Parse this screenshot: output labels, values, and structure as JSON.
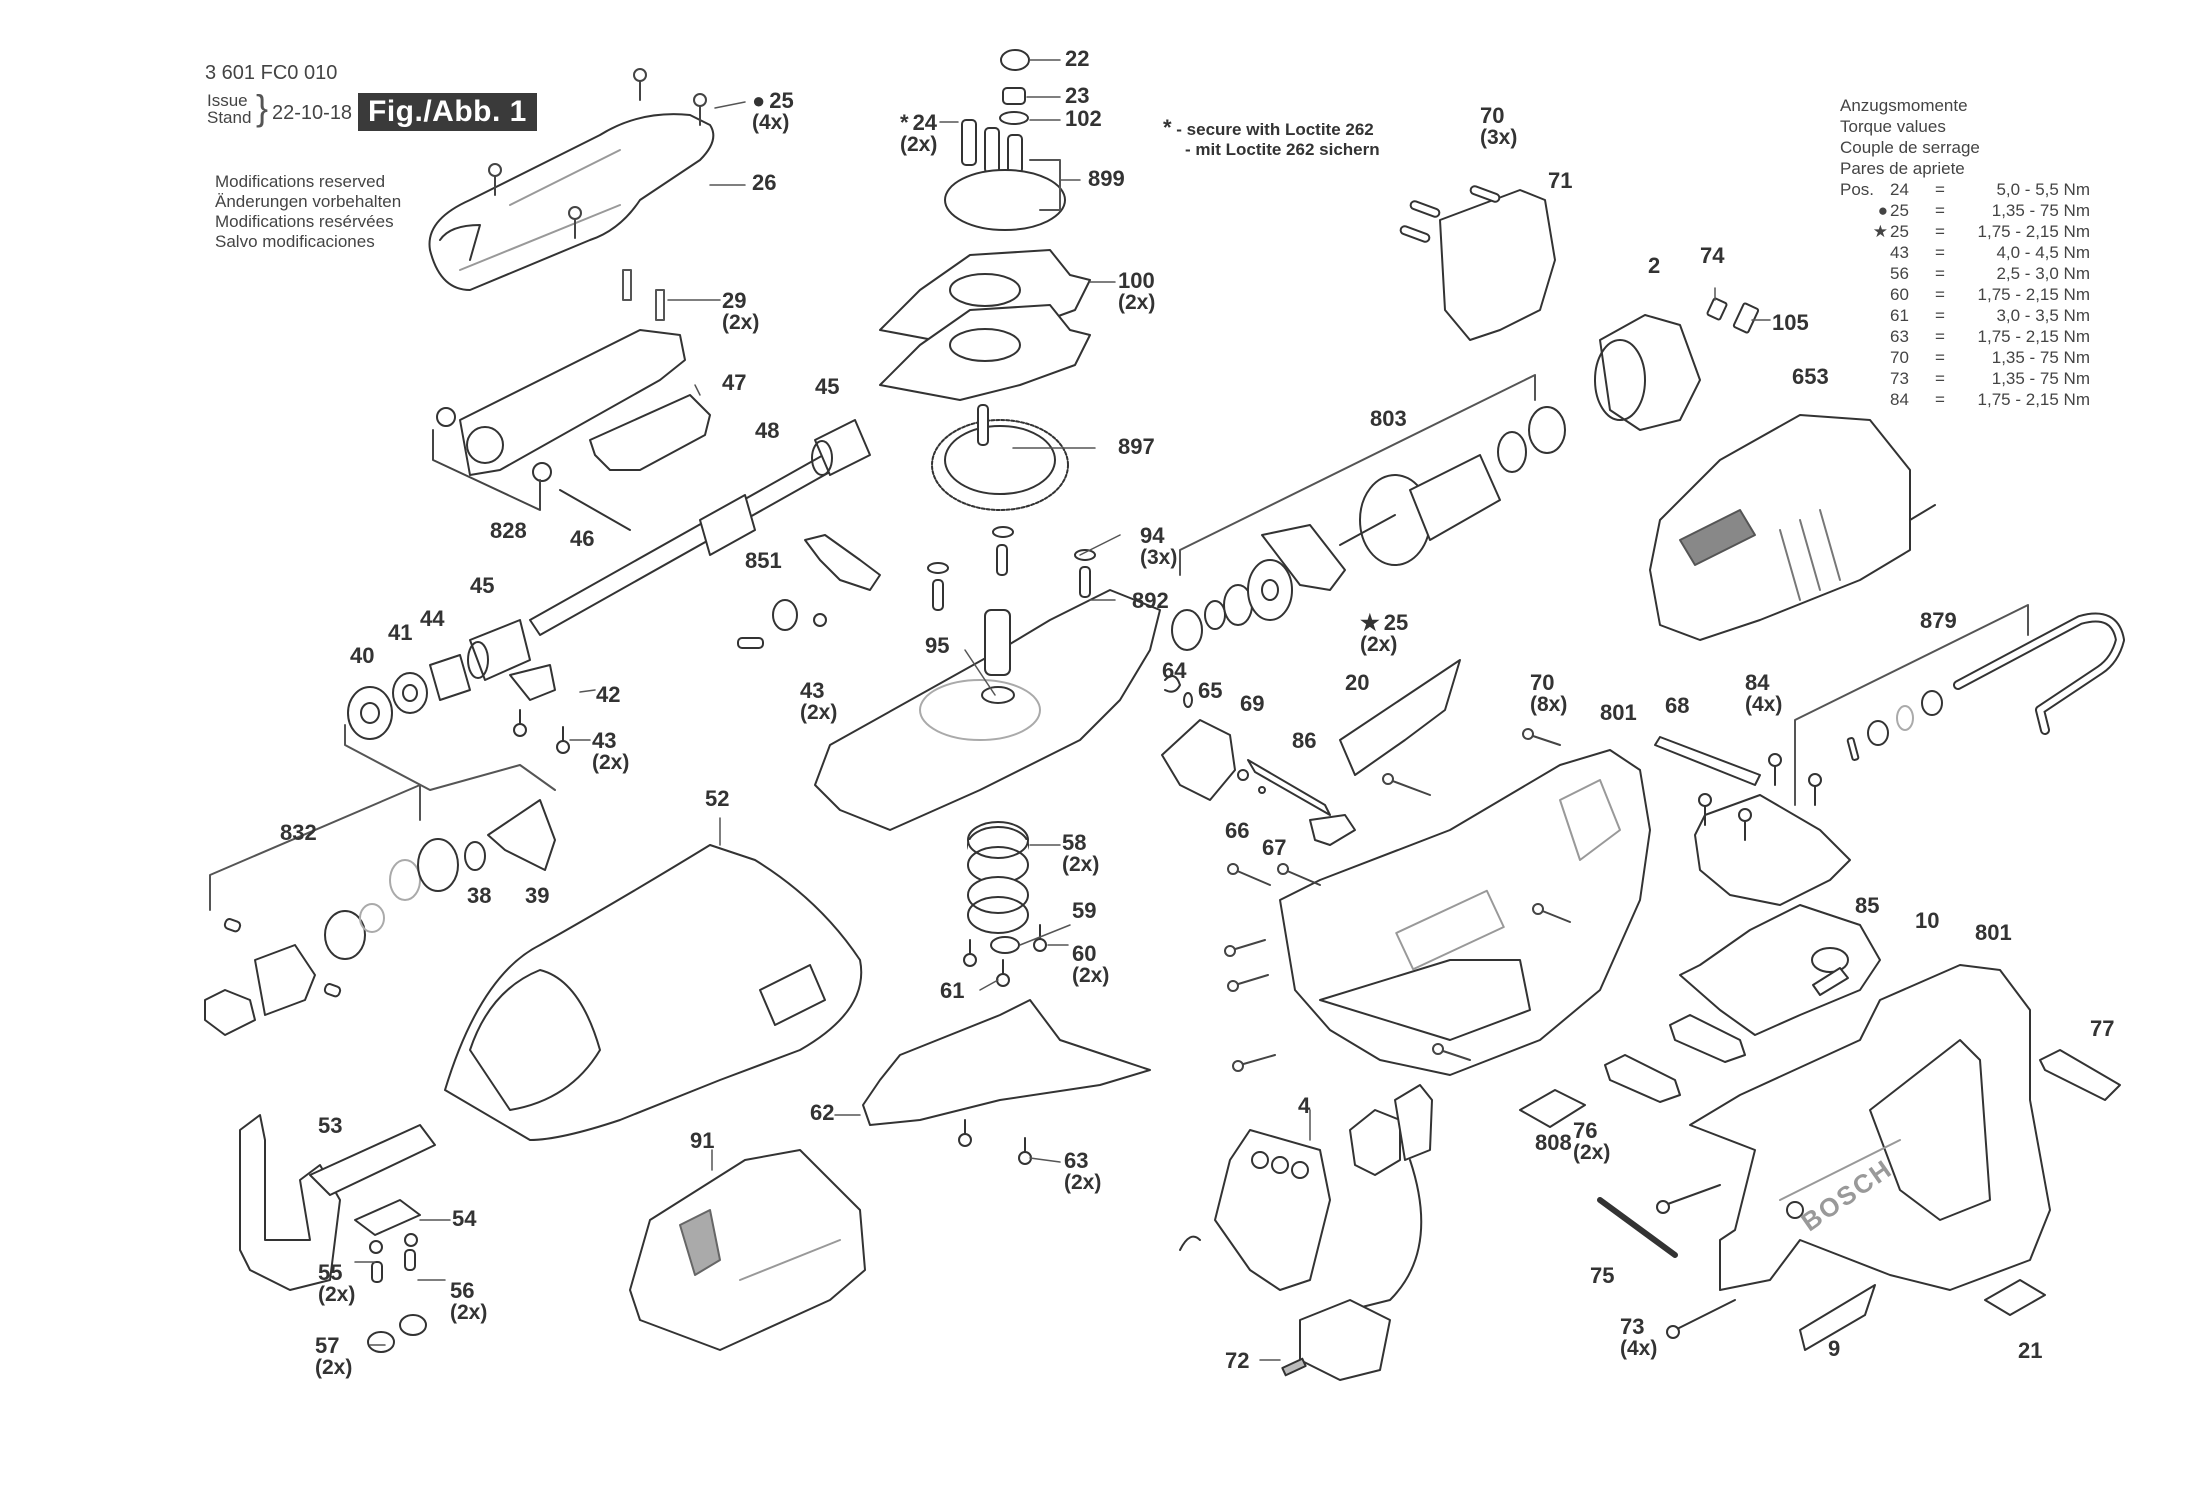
{
  "header": {
    "part_number": "3 601 FC0 010",
    "issue_label_en": "Issue",
    "issue_label_de": "Stand",
    "issue_date": "22-10-18",
    "figure_label": "Fig./Abb. 1"
  },
  "modifications_note": [
    "Modifications reserved",
    "Änderungen vorbehalten",
    "Modifications resérvées",
    "Salvo modificaciones"
  ],
  "loctite_note": {
    "symbol": "*",
    "line_en": "- secure with Loctite 262",
    "line_de": "- mit Loctite 262 sichern"
  },
  "torque_table": {
    "titles": [
      "Anzugsmomente",
      "Torque values",
      "Couple de serrage",
      "Pares de apriete"
    ],
    "pos_label": "Pos.",
    "rows": [
      {
        "marker": "",
        "pos": "24",
        "eq": "=",
        "value": "5,0 - 5,5 Nm"
      },
      {
        "marker": "●",
        "pos": "25",
        "eq": "=",
        "value": "1,35 - 75 Nm"
      },
      {
        "marker": "★",
        "pos": "25",
        "eq": "=",
        "value": "1,75 - 2,15 Nm"
      },
      {
        "marker": "",
        "pos": "43",
        "eq": "=",
        "value": "4,0 - 4,5 Nm"
      },
      {
        "marker": "",
        "pos": "56",
        "eq": "=",
        "value": "2,5 - 3,0 Nm"
      },
      {
        "marker": "",
        "pos": "60",
        "eq": "=",
        "value": "1,75 - 2,15 Nm"
      },
      {
        "marker": "",
        "pos": "61",
        "eq": "=",
        "value": "3,0 - 3,5 Nm"
      },
      {
        "marker": "",
        "pos": "63",
        "eq": "=",
        "value": "1,75 - 2,15 Nm"
      },
      {
        "marker": "",
        "pos": "70",
        "eq": "=",
        "value": "1,35 - 75 Nm"
      },
      {
        "marker": "",
        "pos": "73",
        "eq": "=",
        "value": "1,35 - 75 Nm"
      },
      {
        "marker": "",
        "pos": "84",
        "eq": "=",
        "value": "1,75 - 2,15 Nm"
      }
    ]
  },
  "callouts": [
    {
      "id": "22",
      "qty": ""
    },
    {
      "id": "23",
      "qty": ""
    },
    {
      "id": "24",
      "qty": "(2x)",
      "prefix": "*"
    },
    {
      "id": "102",
      "qty": ""
    },
    {
      "id": "899",
      "qty": ""
    },
    {
      "id": "25",
      "qty": "(4x)",
      "prefix": "●"
    },
    {
      "id": "26",
      "qty": ""
    },
    {
      "id": "29",
      "qty": "(2x)"
    },
    {
      "id": "47",
      "qty": ""
    },
    {
      "id": "45a",
      "label": "45",
      "qty": ""
    },
    {
      "id": "48",
      "qty": ""
    },
    {
      "id": "828",
      "qty": ""
    },
    {
      "id": "46",
      "qty": ""
    },
    {
      "id": "45b",
      "label": "45",
      "qty": ""
    },
    {
      "id": "44",
      "qty": ""
    },
    {
      "id": "41",
      "qty": ""
    },
    {
      "id": "40",
      "qty": ""
    },
    {
      "id": "42",
      "qty": ""
    },
    {
      "id": "43a",
      "label": "43",
      "qty": "(2x)"
    },
    {
      "id": "851",
      "qty": ""
    },
    {
      "id": "43b",
      "label": "43",
      "qty": "(2x)"
    },
    {
      "id": "100",
      "qty": "(2x)"
    },
    {
      "id": "897",
      "qty": ""
    },
    {
      "id": "94",
      "qty": "(3x)"
    },
    {
      "id": "892",
      "qty": ""
    },
    {
      "id": "95",
      "qty": ""
    },
    {
      "id": "64",
      "qty": ""
    },
    {
      "id": "65",
      "qty": ""
    },
    {
      "id": "69",
      "qty": ""
    },
    {
      "id": "86",
      "qty": ""
    },
    {
      "id": "66",
      "qty": ""
    },
    {
      "id": "67",
      "qty": ""
    },
    {
      "id": "20",
      "qty": ""
    },
    {
      "id": "803",
      "qty": ""
    },
    {
      "id": "25s",
      "label": "25",
      "qty": "(2x)",
      "prefix": "★"
    },
    {
      "id": "70a",
      "label": "70",
      "qty": "(3x)"
    },
    {
      "id": "71",
      "qty": ""
    },
    {
      "id": "2",
      "qty": ""
    },
    {
      "id": "74",
      "qty": ""
    },
    {
      "id": "105",
      "qty": ""
    },
    {
      "id": "653",
      "qty": ""
    },
    {
      "id": "70b",
      "label": "70",
      "qty": "(8x)"
    },
    {
      "id": "801a",
      "label": "801",
      "qty": ""
    },
    {
      "id": "68",
      "qty": ""
    },
    {
      "id": "84",
      "qty": "(4x)"
    },
    {
      "id": "879",
      "qty": ""
    },
    {
      "id": "85",
      "qty": ""
    },
    {
      "id": "10",
      "qty": ""
    },
    {
      "id": "801b",
      "label": "801",
      "qty": ""
    },
    {
      "id": "77",
      "qty": ""
    },
    {
      "id": "808",
      "qty": ""
    },
    {
      "id": "76",
      "qty": "(2x)"
    },
    {
      "id": "75",
      "qty": ""
    },
    {
      "id": "73",
      "qty": "(4x)"
    },
    {
      "id": "9",
      "qty": ""
    },
    {
      "id": "21",
      "qty": ""
    },
    {
      "id": "832",
      "qty": ""
    },
    {
      "id": "38",
      "qty": ""
    },
    {
      "id": "39",
      "qty": ""
    },
    {
      "id": "52",
      "qty": ""
    },
    {
      "id": "58",
      "qty": "(2x)"
    },
    {
      "id": "59",
      "qty": ""
    },
    {
      "id": "60",
      "qty": "(2x)"
    },
    {
      "id": "61",
      "qty": ""
    },
    {
      "id": "62",
      "qty": ""
    },
    {
      "id": "63",
      "qty": "(2x)"
    },
    {
      "id": "53",
      "qty": ""
    },
    {
      "id": "54",
      "qty": ""
    },
    {
      "id": "55",
      "qty": "(2x)"
    },
    {
      "id": "56",
      "qty": "(2x)"
    },
    {
      "id": "57",
      "qty": "(2x)"
    },
    {
      "id": "91",
      "qty": ""
    },
    {
      "id": "4",
      "qty": ""
    },
    {
      "id": "72",
      "qty": ""
    }
  ],
  "brand_marks": {
    "housing": "BOSCH"
  }
}
